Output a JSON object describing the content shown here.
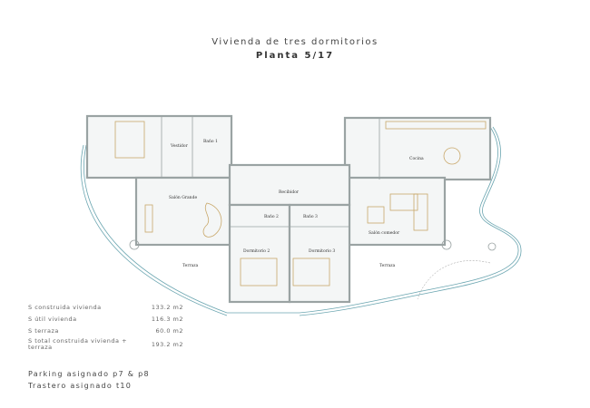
{
  "header": {
    "title": "Vivienda de tres dormitorios",
    "subtitle": "Planta 5/17"
  },
  "rooms": {
    "vestidor": "Vestidor",
    "bano1": "Baño 1",
    "cocina": "Cocina",
    "recibidor": "Recibidor",
    "salon_grande": "Salón Grande",
    "bano2": "Baño 2",
    "bano3": "Baño 3",
    "salon_comedor": "Salón comedor",
    "dormitorio2": "Dormitorio 2",
    "dormitorio3": "Dormitorio 3",
    "terraza_left": "Terraza",
    "terraza_right": "Terraza"
  },
  "areas": [
    {
      "label": "S construida vivienda",
      "value": "133.2 m2"
    },
    {
      "label": "S útil vivienda",
      "value": "116.3 m2"
    },
    {
      "label": "S terraza",
      "value": "60.0 m2"
    },
    {
      "label": "S total construida vivienda + terraza",
      "value": "193.2 m2"
    }
  ],
  "assignments": {
    "parking": "Parking asignado p7 & p8",
    "storage": "Trastero asignado t10"
  },
  "colors": {
    "wall": "#9aa3a3",
    "furniture": "#c9a86a",
    "terrace_edge": "#6aa5b0"
  }
}
